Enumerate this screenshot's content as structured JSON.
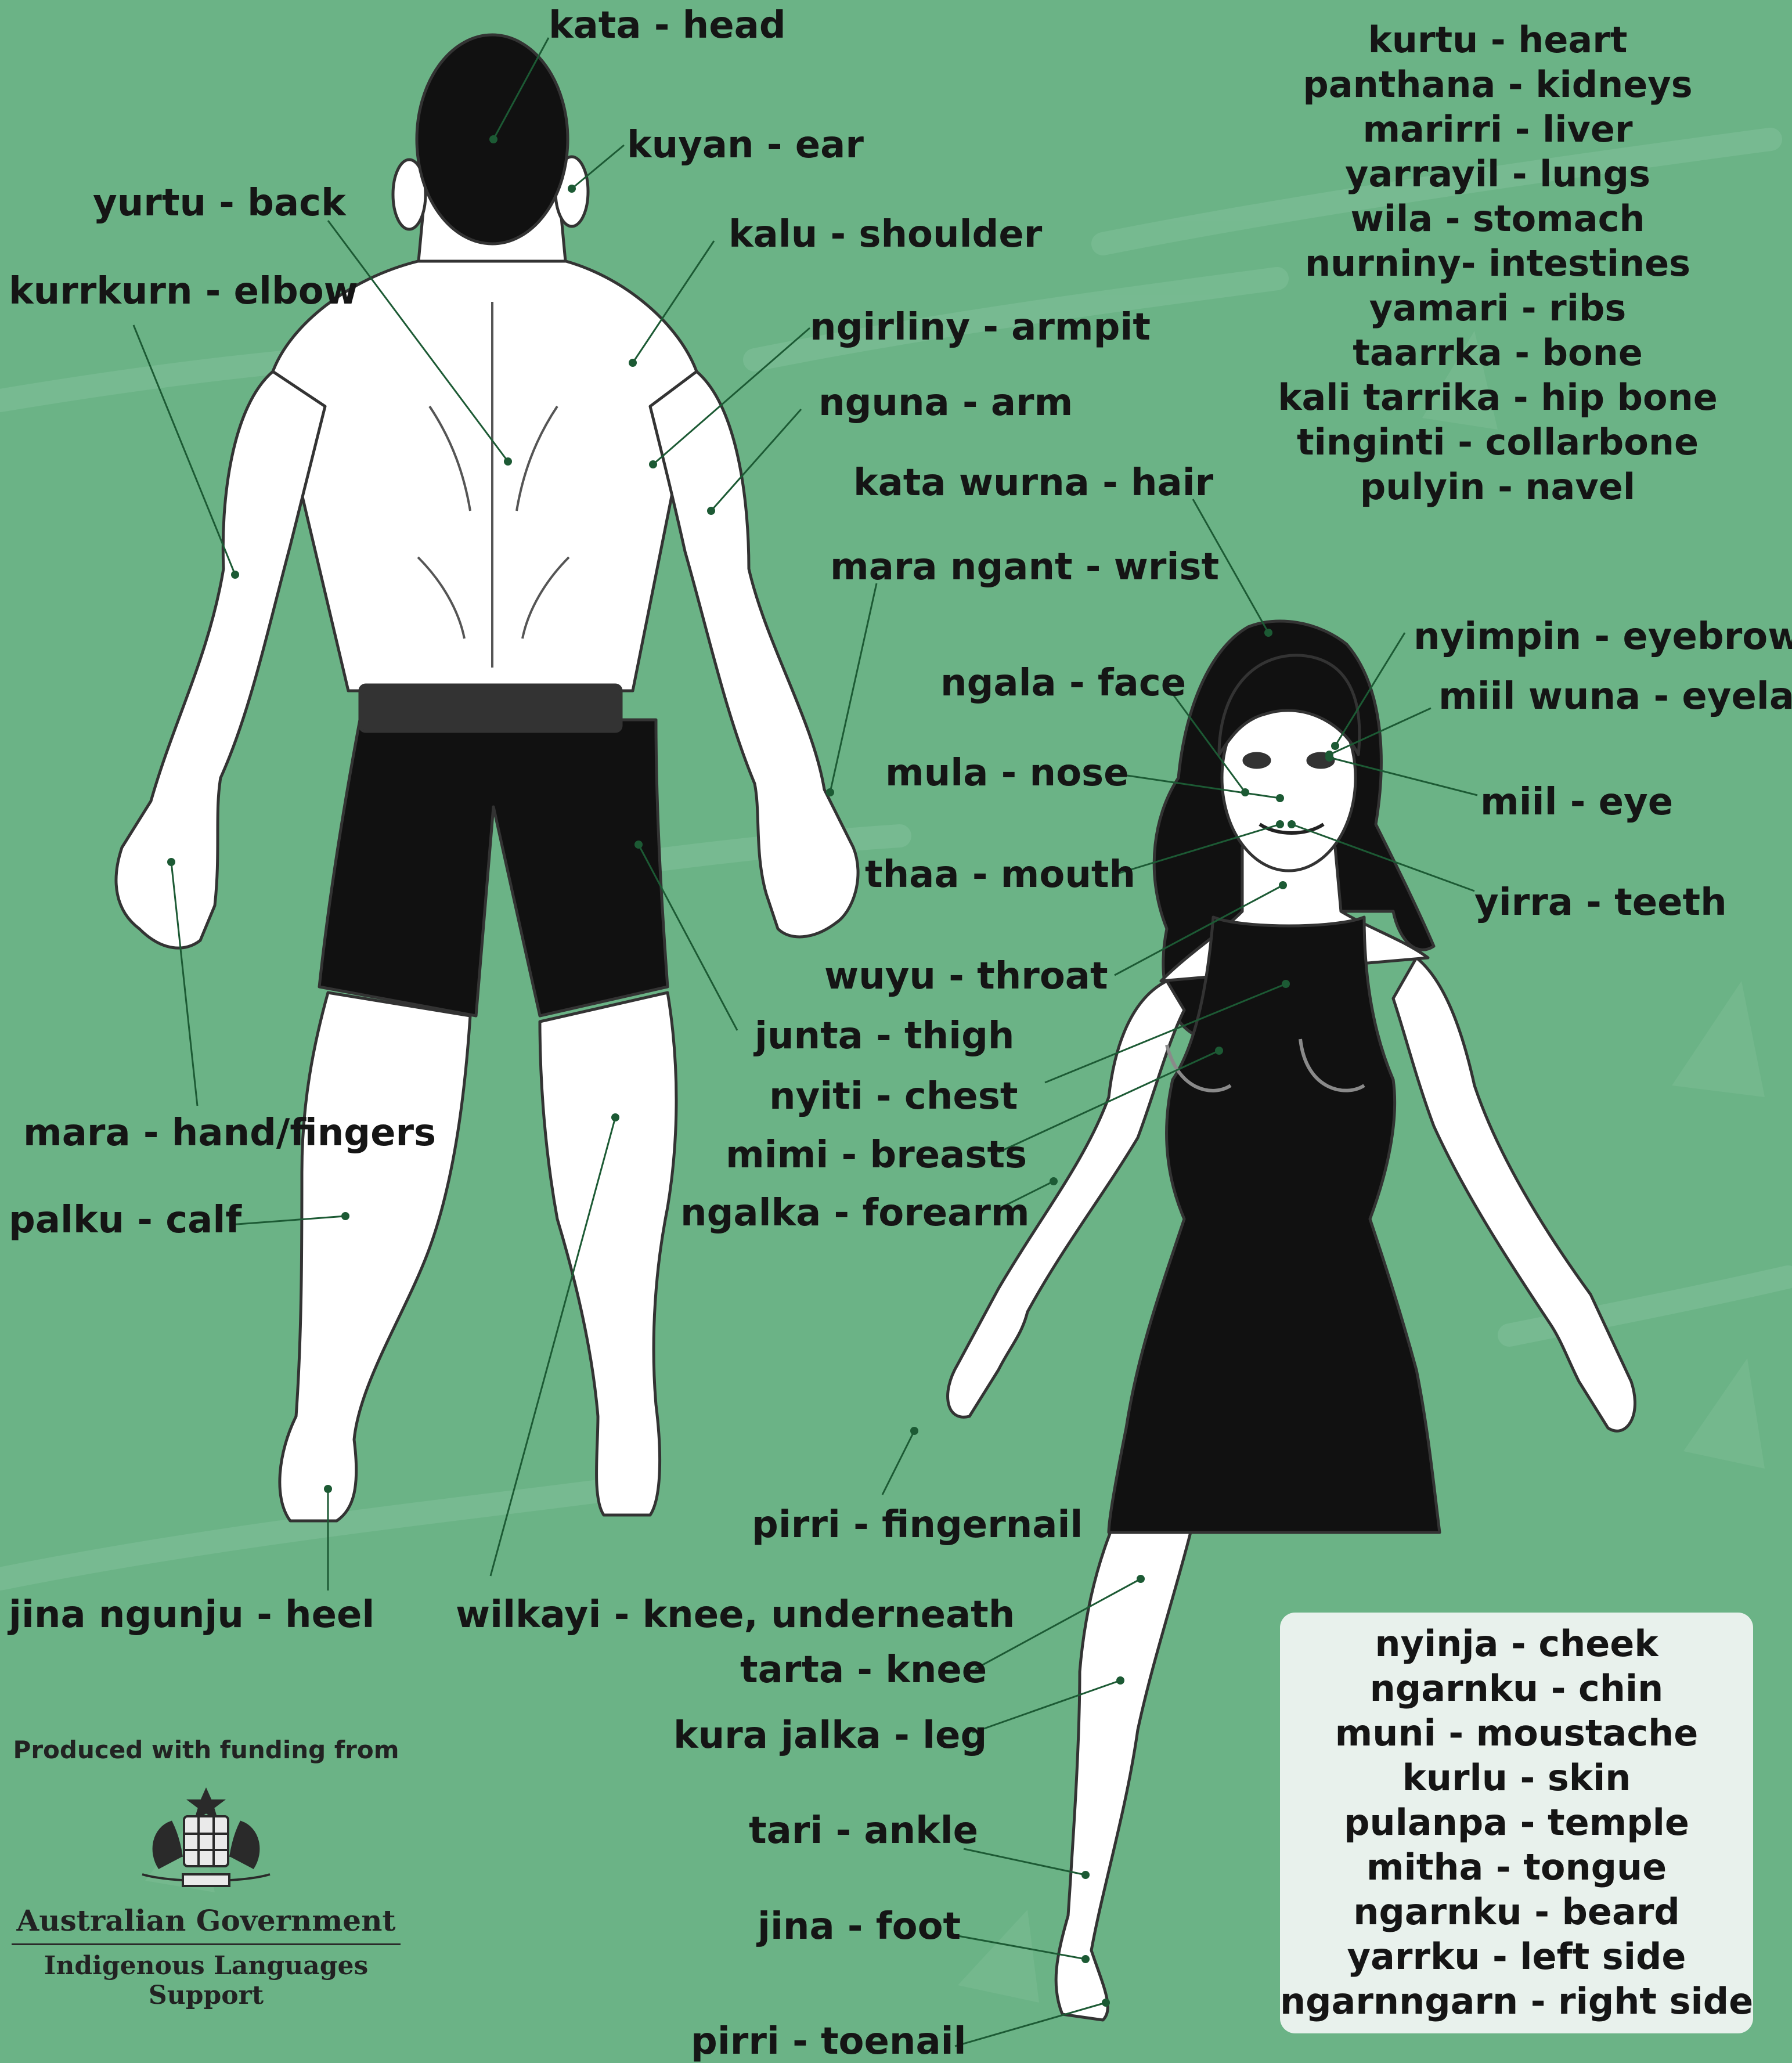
{
  "back_figure_labels": [
    {
      "id": "head",
      "text": "kata - head"
    },
    {
      "id": "ear",
      "text": "kuyan - ear"
    },
    {
      "id": "back",
      "text": "yurtu - back"
    },
    {
      "id": "shoulder",
      "text": "kalu - shoulder"
    },
    {
      "id": "elbow",
      "text": "kurrkurn - elbow"
    },
    {
      "id": "armpit",
      "text": "ngirliny - armpit"
    },
    {
      "id": "arm",
      "text": "nguna - arm"
    },
    {
      "id": "wrist",
      "text": "mara ngant - wrist"
    },
    {
      "id": "hand",
      "text": "mara - hand/fingers"
    },
    {
      "id": "calf",
      "text": "palku - calf"
    },
    {
      "id": "heel",
      "text": "jina ngunju - heel"
    },
    {
      "id": "knee-under",
      "text": "wilkayi - knee, underneath"
    },
    {
      "id": "thigh",
      "text": "junta - thigh"
    }
  ],
  "front_figure_labels": [
    {
      "id": "hair",
      "text": "kata wurna - hair"
    },
    {
      "id": "eyebrow",
      "text": "nyimpin - eyebrow"
    },
    {
      "id": "eyelash",
      "text": "miil wuna - eyelash"
    },
    {
      "id": "face",
      "text": "ngala - face"
    },
    {
      "id": "nose",
      "text": "mula - nose"
    },
    {
      "id": "eye",
      "text": "miil - eye"
    },
    {
      "id": "mouth",
      "text": "thaa - mouth"
    },
    {
      "id": "teeth",
      "text": "yirra - teeth"
    },
    {
      "id": "throat",
      "text": "wuyu - throat"
    },
    {
      "id": "chest",
      "text": "nyiti - chest"
    },
    {
      "id": "breasts",
      "text": "mimi - breasts"
    },
    {
      "id": "forearm",
      "text": "ngalka - forearm"
    },
    {
      "id": "fingernail",
      "text": "pirri - fingernail"
    },
    {
      "id": "knee",
      "text": "tarta - knee"
    },
    {
      "id": "leg",
      "text": "kura jalka - leg"
    },
    {
      "id": "ankle",
      "text": "tari - ankle"
    },
    {
      "id": "foot",
      "text": "jina - foot"
    },
    {
      "id": "toenail",
      "text": "pirri - toenail"
    }
  ],
  "organs_list": [
    "kurtu - heart",
    "panthana - kidneys",
    "marirri - liver",
    "yarrayil - lungs",
    "wila - stomach",
    "nurniny- intestines",
    "yamari - ribs",
    "taarrka - bone",
    "kali tarrika - hip bone",
    "tinginti - collarbone",
    "pulyin - navel"
  ],
  "other_words_box": [
    "nyinja - cheek",
    "ngarnku - chin",
    "muni - moustache",
    "kurlu - skin",
    "pulanpa - temple",
    "mitha - tongue",
    "ngarnku - beard",
    "yarrku - left side",
    "ngarnngarn - right side"
  ],
  "credit": {
    "funding_text": "Produced with funding from",
    "gov_name": "Australian Government",
    "program": "Indigenous Languages Support"
  },
  "colors": {
    "background": "#6bb386",
    "leader_line": "#1c5a34",
    "text": "#151515",
    "box": "#e8f1ec"
  }
}
